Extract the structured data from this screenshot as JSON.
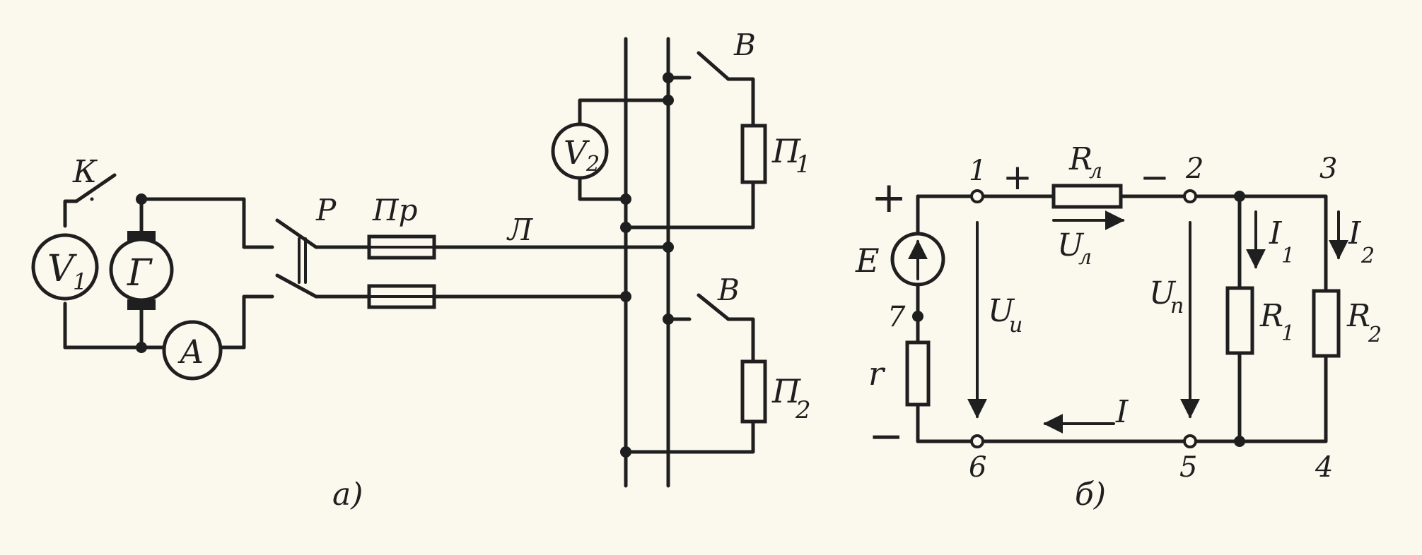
{
  "diagram_a": {
    "caption": "а)",
    "switch_k": "К",
    "voltmeter_1": {
      "letter": "V",
      "sub": "1"
    },
    "generator": "Г",
    "ammeter": "А",
    "switch_p": "Р",
    "fuse": "Пр",
    "line": "Л",
    "voltmeter_2": {
      "letter": "V",
      "sub": "2"
    },
    "breaker_top": "В",
    "breaker_bottom": "В",
    "load_1": {
      "letter": "П",
      "sub": "1"
    },
    "load_2": {
      "letter": "П",
      "sub": "2"
    }
  },
  "diagram_b": {
    "caption": "б)",
    "plus_sign": "+",
    "minus_sign": "−",
    "plus_near": "+",
    "minus_near": "−",
    "source_e": "E",
    "internal_r": "r",
    "line_r": {
      "letter": "R",
      "sub": "л"
    },
    "line_u": {
      "letter": "U",
      "sub": "л"
    },
    "u_source": {
      "letter": "U",
      "sub": "и"
    },
    "u_load": {
      "letter": "U",
      "sub": "п"
    },
    "current": "I",
    "i1": {
      "letter": "I",
      "sub": "1"
    },
    "i2": {
      "letter": "I",
      "sub": "2"
    },
    "r1": {
      "letter": "R",
      "sub": "1"
    },
    "r2": {
      "letter": "R",
      "sub": "2"
    },
    "node_1": "1",
    "node_2": "2",
    "node_3": "3",
    "node_4": "4",
    "node_5": "5",
    "node_6": "6",
    "node_7": "7"
  }
}
